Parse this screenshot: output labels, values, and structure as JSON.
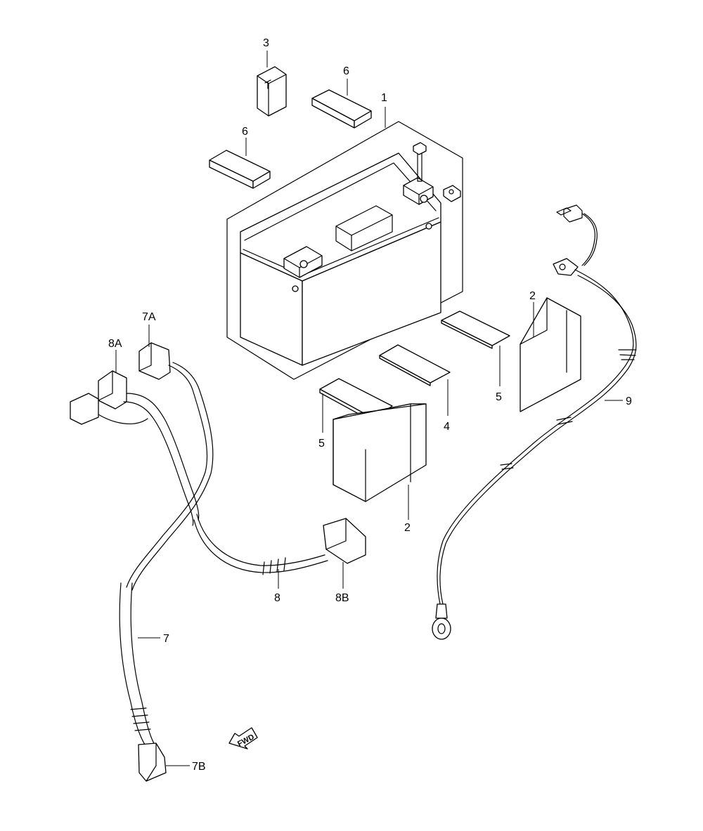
{
  "callouts": {
    "c1": "1",
    "c2_top": "2",
    "c2_bottom": "2",
    "c3": "3",
    "c4": "4",
    "c5_left": "5",
    "c5_right": "5",
    "c6_top": "6",
    "c6_left": "6",
    "c7": "7",
    "c7a": "7A",
    "c7b": "7B",
    "c8": "8",
    "c8a": "8A",
    "c8b": "8B",
    "c9": "9"
  },
  "fwd_label": "FWD"
}
